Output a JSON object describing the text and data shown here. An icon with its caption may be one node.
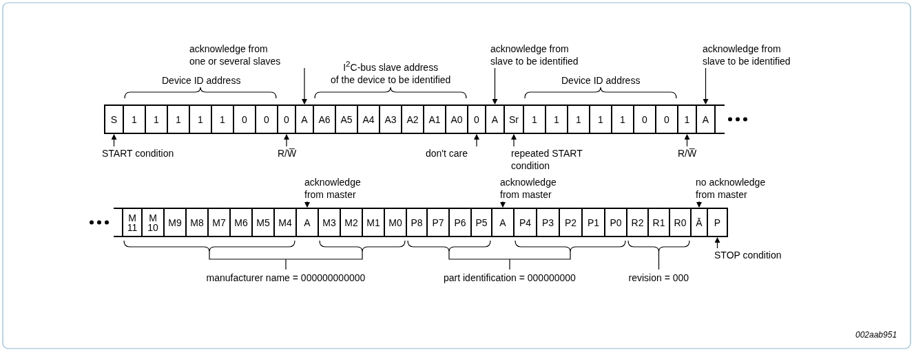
{
  "diagram": {
    "nodes": [
      {
        "text": [
          "S"
        ]
      },
      {
        "text": [
          "1"
        ]
      },
      {
        "text": [
          "1"
        ]
      },
      {
        "text": [
          "1"
        ]
      },
      {
        "text": [
          "1"
        ]
      },
      {
        "text": [
          "1"
        ]
      },
      {
        "text": [
          "0"
        ]
      },
      {
        "text": [
          "0"
        ]
      },
      {
        "text": [
          "0"
        ]
      },
      {
        "text": [
          "A"
        ]
      },
      {
        "text": [
          "A6"
        ]
      },
      {
        "text": [
          "A5"
        ]
      },
      {
        "text": [
          "A4"
        ]
      },
      {
        "text": [
          "A3"
        ]
      },
      {
        "text": [
          "A2"
        ]
      },
      {
        "text": [
          "A1"
        ]
      },
      {
        "text": [
          "A0"
        ]
      },
      {
        "text": [
          "0"
        ]
      },
      {
        "text": [
          "A"
        ]
      },
      {
        "text": [
          "Sr"
        ]
      },
      {
        "text": [
          "1"
        ]
      },
      {
        "text": [
          "1"
        ]
      },
      {
        "text": [
          "1"
        ]
      },
      {
        "text": [
          "1"
        ]
      },
      {
        "text": [
          "1"
        ]
      },
      {
        "text": [
          "0"
        ]
      },
      {
        "text": [
          "0"
        ]
      },
      {
        "text": [
          "1"
        ]
      },
      {
        "text": [
          "A"
        ]
      },
      {
        "text": [
          "M 11"
        ]
      },
      {
        "text": [
          "M 10"
        ]
      },
      {
        "text": [
          "M9"
        ]
      },
      {
        "text": [
          "M8"
        ]
      },
      {
        "text": [
          "M7"
        ]
      },
      {
        "text": [
          "M6"
        ]
      },
      {
        "text": [
          "M5"
        ]
      },
      {
        "text": [
          "M4"
        ]
      },
      {
        "text": [
          "A"
        ]
      },
      {
        "text": [
          "M3"
        ]
      },
      {
        "text": [
          "M2"
        ]
      },
      {
        "text": [
          "M1"
        ]
      },
      {
        "text": [
          "M0"
        ]
      },
      {
        "text": [
          "P8"
        ]
      },
      {
        "text": [
          "P7"
        ]
      },
      {
        "text": [
          "P6"
        ]
      },
      {
        "text": [
          "P5"
        ]
      },
      {
        "text": [
          "A"
        ]
      },
      {
        "text": [
          "P4"
        ]
      },
      {
        "text": [
          "P3"
        ]
      },
      {
        "text": [
          "P2"
        ]
      },
      {
        "text": [
          "P1"
        ]
      },
      {
        "text": [
          "P0"
        ]
      },
      {
        "text": [
          "R2"
        ]
      },
      {
        "text": [
          "R1"
        ]
      },
      {
        "text": [
          "R0"
        ]
      },
      {
        "text": [
          "Ā"
        ]
      },
      {
        "text": [
          "P"
        ]
      },
      {
        "text": [
          "acknowledge from one or several slaves"
        ]
      },
      {
        "text": [
          "acknowledge from slave to be identified"
        ]
      },
      {
        "text": [
          "acknowledge from slave to be identified"
        ]
      },
      {
        "text": [
          "START condition"
        ]
      },
      {
        "text": [
          "R/W̅"
        ]
      },
      {
        "text": [
          "don't care"
        ]
      },
      {
        "text": [
          "repeated START condition"
        ]
      },
      {
        "text": [
          "R/W̅"
        ]
      },
      {
        "text": [
          "acknowledge from master"
        ]
      },
      {
        "text": [
          "acknowledge from master"
        ]
      },
      {
        "text": [
          "no acknowledge from master"
        ]
      },
      {
        "text": [
          "STOP condition"
        ]
      }
    ],
    "edges": [
      {
        "from": 57,
        "to": 9,
        "arrow": "to"
      },
      {
        "from": 58,
        "to": 18,
        "arrow": "to"
      },
      {
        "from": 59,
        "to": 28,
        "arrow": "to"
      },
      {
        "from": 60,
        "to": 0,
        "arrow": "to"
      },
      {
        "from": 61,
        "to": 8,
        "arrow": "to"
      },
      {
        "from": 62,
        "to": 17,
        "arrow": "to"
      },
      {
        "from": 63,
        "to": 19,
        "arrow": "to"
      },
      {
        "from": 64,
        "to": 27,
        "arrow": "to"
      },
      {
        "from": 65,
        "to": 37,
        "arrow": "to"
      },
      {
        "from": 66,
        "to": 46,
        "arrow": "to"
      },
      {
        "from": 67,
        "to": 55,
        "arrow": "to"
      },
      {
        "from": 68,
        "to": 56,
        "arrow": "to"
      }
    ],
    "labels": [
      "Device ID address",
      "I$^{2}$C-bus slave address of the device to be identified",
      "Device ID address",
      "manufacturer name = 000000000000",
      "part identification = 000000000",
      "revision = 000",
      "002aab951"
    ]
  }
}
